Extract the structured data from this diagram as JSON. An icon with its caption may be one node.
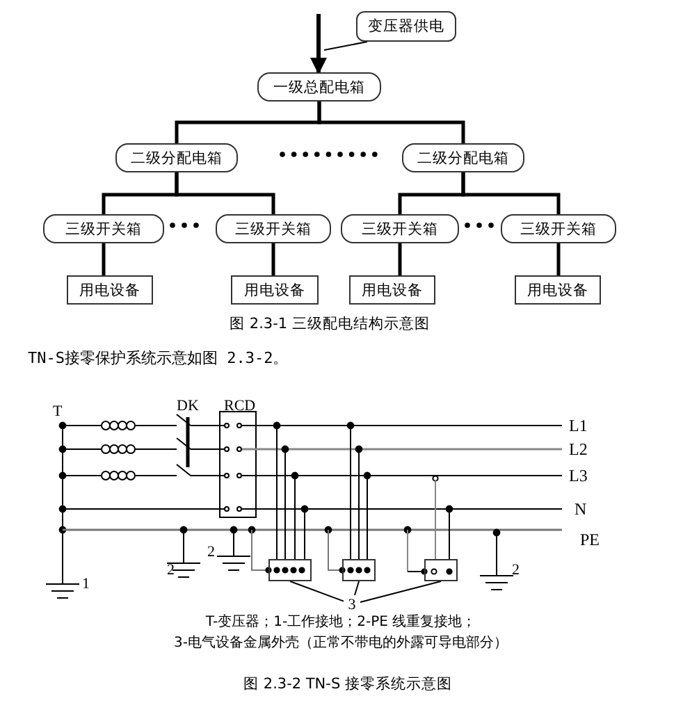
{
  "diagram": {
    "caption": "图 2.3-2 TN-S 接零系统示意图",
    "nodes": [
      {
        "text": [
          "变压器供电"
        ]
      },
      {
        "text": [
          "一级总配电箱"
        ]
      },
      {
        "text": [
          "二级分配电箱"
        ]
      },
      {
        "text": [
          "二级分配电箱"
        ]
      },
      {
        "text": [
          "三级开关箱"
        ]
      },
      {
        "text": [
          "三级开关箱"
        ]
      },
      {
        "text": [
          "三级开关箱"
        ]
      },
      {
        "text": [
          "三级开关箱"
        ]
      },
      {
        "text": [
          "用电设备"
        ]
      },
      {
        "text": [
          "用电设备"
        ]
      },
      {
        "text": [
          "用电设备"
        ]
      },
      {
        "text": [
          "用电设备"
        ]
      },
      {
        "text": [],
        "shape": "box"
      },
      {
        "text": [],
        "shape": "box"
      },
      {
        "text": [],
        "shape": "box"
      },
      {
        "text": [
          "3"
        ]
      }
    ],
    "edges": [
      {
        "from": null,
        "to": 1,
        "arrow": "to"
      },
      {
        "from": 0,
        "to": null,
        "arrow": "none"
      },
      {
        "from": 1,
        "to": 2,
        "arrow": "none"
      },
      {
        "from": 1,
        "to": 3,
        "arrow": "none"
      },
      {
        "from": 2,
        "to": 4,
        "arrow": "none"
      },
      {
        "from": 2,
        "to": 5,
        "arrow": "none"
      },
      {
        "from": 3,
        "to": 6,
        "arrow": "none"
      },
      {
        "from": 3,
        "to": 7,
        "arrow": "none"
      },
      {
        "from": 4,
        "to": 8,
        "arrow": "none"
      },
      {
        "from": 5,
        "to": 9,
        "arrow": "none"
      },
      {
        "from": 6,
        "to": 10,
        "arrow": "none"
      },
      {
        "from": 7,
        "to": 11,
        "arrow": "none"
      },
      {
        "from": 15,
        "to": 12,
        "arrow": "none"
      },
      {
        "from": 15,
        "to": 13,
        "arrow": "none"
      },
      {
        "from": 15,
        "to": 14,
        "arrow": "none"
      }
    ],
    "labels": [
      "图 2.3-1 三级配电结构示意图",
      "TN-S接零保护系统示意如图 2.3-2。",
      "T",
      "DK",
      "RCD",
      "L1",
      "L2",
      "L3",
      "N",
      "PE",
      "1",
      "2",
      "2",
      "2",
      "T-变压器；1-工作接地；2-PE 线重复接地；",
      "3-电气设备金属外壳（正常不带电的外露可导电部分）"
    ]
  }
}
